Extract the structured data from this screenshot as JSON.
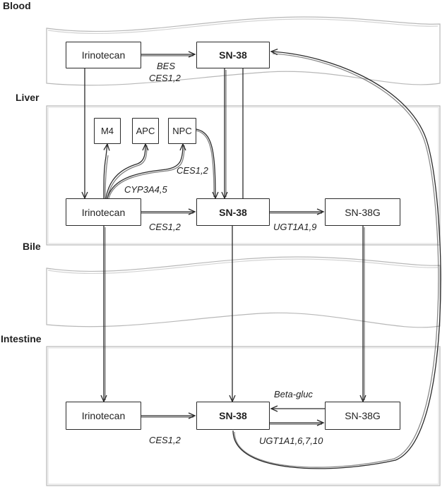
{
  "sections": {
    "blood": "Blood",
    "liver": "Liver",
    "bile": "Bile",
    "intestine": "Intestine"
  },
  "nodes": {
    "blood_irinotecan": "Irinotecan",
    "blood_sn38": "SN-38",
    "liver_m4": "M4",
    "liver_apc": "APC",
    "liver_npc": "NPC",
    "liver_irinotecan": "Irinotecan",
    "liver_sn38": "SN-38",
    "liver_sn38g": "SN-38G",
    "int_irinotecan": "Irinotecan",
    "int_sn38": "SN-38",
    "int_sn38g": "SN-38G"
  },
  "enzymes": {
    "blood_bes": "BES",
    "blood_ces": "CES1,2",
    "liver_npc_ces": "CES1,2",
    "liver_cyp": "CYP3A4,5",
    "liver_ces": "CES1,2",
    "liver_ugt": "UGT1A1,9",
    "int_betagluc": "Beta-gluc",
    "int_ces": "CES1,2",
    "int_ugt": "UGT1A1,6,7,10"
  },
  "colors": {
    "line": "#2a2a2a",
    "region_border": "#b8b8b8"
  }
}
